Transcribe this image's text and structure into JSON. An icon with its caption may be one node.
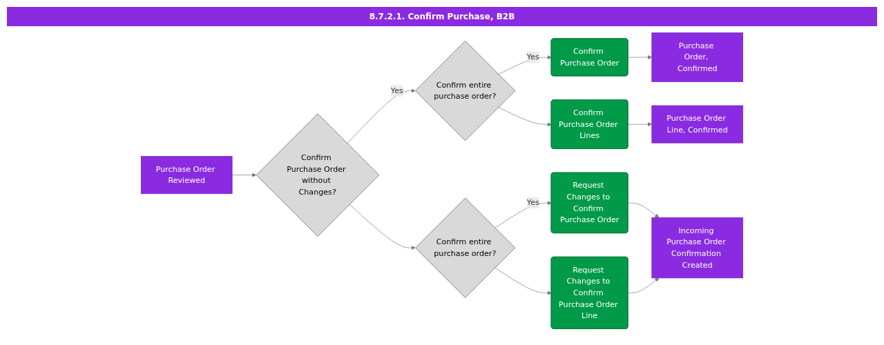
{
  "diagram": {
    "title": "8.7.2.1. Confirm Purchase, B2B",
    "nodes": [
      {
        "text": [
          "Purchase Order Reviewed"
        ]
      },
      {
        "text": [
          "Confirm Purchase Order without Changes?"
        ]
      },
      {
        "text": [
          "Confirm entire purchase order?"
        ]
      },
      {
        "text": [
          "Confirm Purchase Order"
        ]
      },
      {
        "text": [
          "Confirm Purchase Order Lines"
        ]
      },
      {
        "text": [
          "Confirm entire purchase order?"
        ]
      },
      {
        "text": [
          "Request Changes to Confirm Purchase Order"
        ]
      },
      {
        "text": [
          "Request Changes to Confirm Purchase Order Line"
        ]
      },
      {
        "text": [
          "Purchase Order, Confirmed"
        ]
      },
      {
        "text": [
          "Purchase Order Line, Confirmed"
        ]
      },
      {
        "text": [
          "Incoming Purchase Order Confirmation Created"
        ]
      }
    ],
    "edges": [
      {
        "from": 0,
        "to": 1,
        "arrow": "to"
      },
      {
        "from": 1,
        "to": 2,
        "arrow": "to",
        "label": "Yes"
      },
      {
        "from": 1,
        "to": 5,
        "arrow": "to"
      },
      {
        "from": 2,
        "to": 3,
        "arrow": "to",
        "label": "Yes"
      },
      {
        "from": 2,
        "to": 4,
        "arrow": "to"
      },
      {
        "from": 3,
        "to": 8,
        "arrow": "to"
      },
      {
        "from": 4,
        "to": 9,
        "arrow": "to"
      },
      {
        "from": 5,
        "to": 6,
        "arrow": "to",
        "label": "Yes"
      },
      {
        "from": 5,
        "to": 7,
        "arrow": "to"
      },
      {
        "from": 6,
        "to": 10,
        "arrow": "to"
      },
      {
        "from": 7,
        "to": 10,
        "arrow": "to"
      }
    ]
  }
}
